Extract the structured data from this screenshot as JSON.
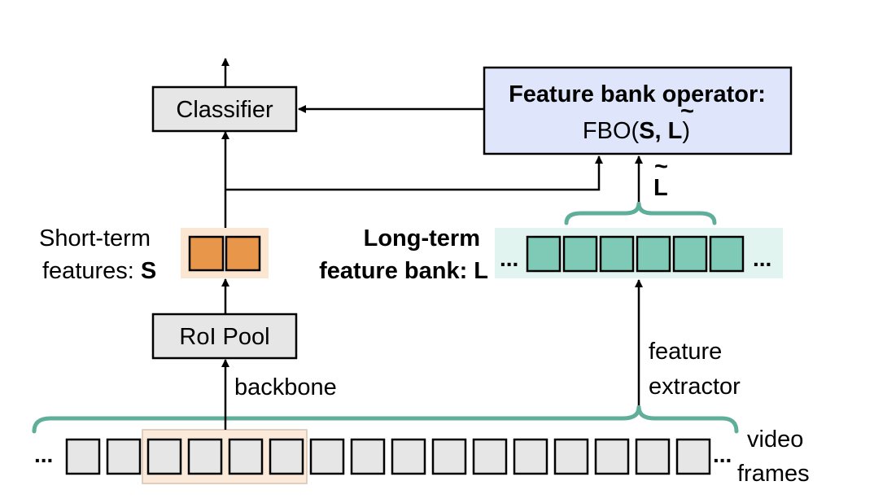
{
  "nodes": {
    "classifier": "Classifier",
    "roi_pool": "RoI Pool",
    "fbo_title": "Feature bank operator:",
    "fbo_formula_prefix": "FBO(",
    "fbo_formula_s": "S,",
    "fbo_formula_l": "L",
    "fbo_formula_suffix": ")"
  },
  "labels": {
    "short_term_line1": "Short-term",
    "short_term_line2": "features: ",
    "short_term_symbol": "S",
    "long_term_line1": "Long-term",
    "long_term_line2": "feature bank: L",
    "l_tilde": "L",
    "backbone": "backbone",
    "feature_extractor_line1": "feature",
    "feature_extractor_line2": "extractor",
    "video_frames_line1": "video",
    "video_frames_line2": "frames",
    "ellipsis": "..."
  },
  "colors": {
    "short_term_fill": "#e8964a",
    "short_term_bg": "#fbe6d2",
    "long_term_fill": "#7fcab6",
    "long_term_bg": "#e2f4ef",
    "brace": "#5fae9a",
    "fbo_fill": "#dfe6fb",
    "box_fill": "#e6e6e6",
    "selected_frames_bg": "#fbead9"
  }
}
